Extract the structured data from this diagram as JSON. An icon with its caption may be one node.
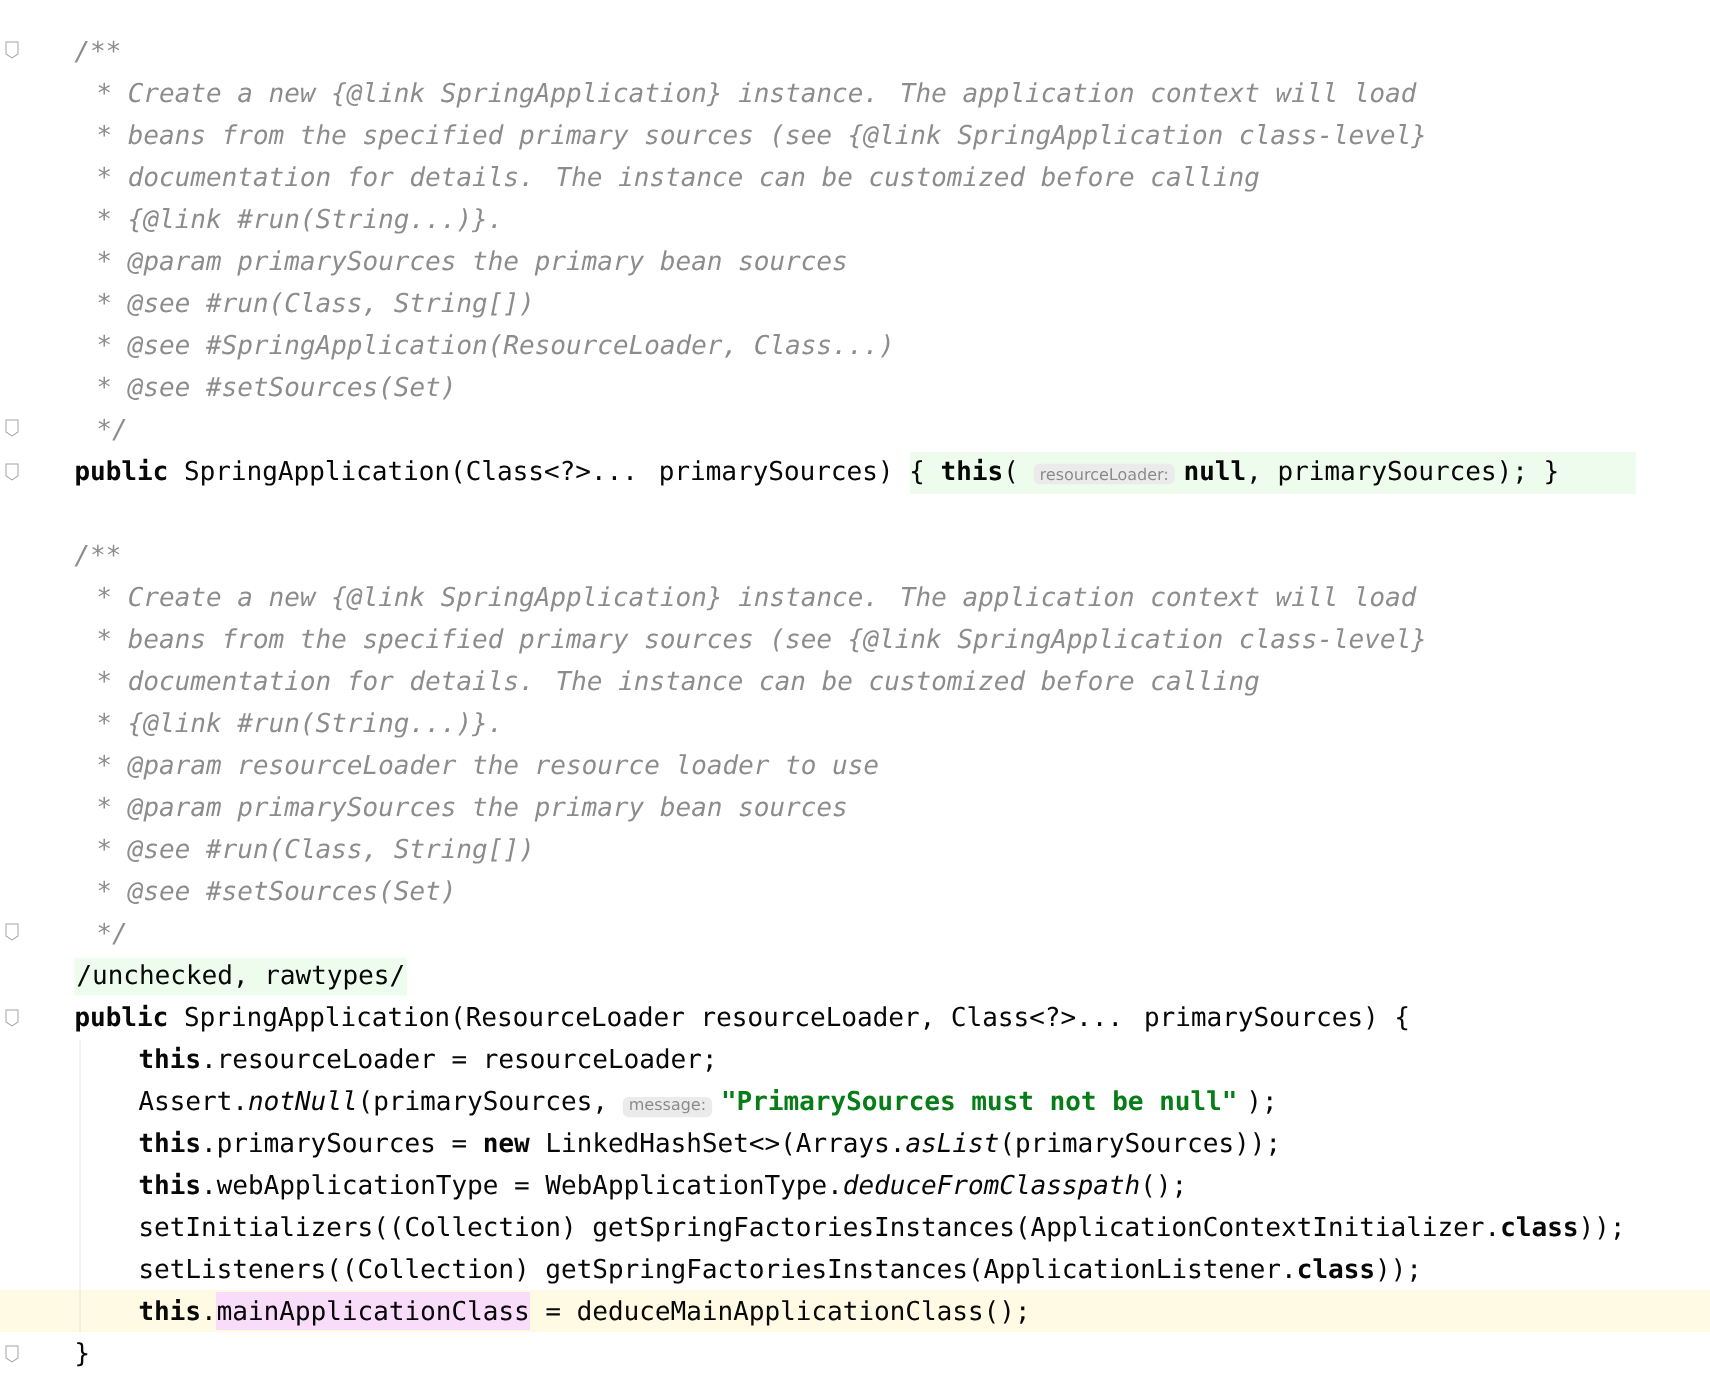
{
  "diagram": {
    "labels": [
      "/**",
      "* Create a new {@link SpringApplication} instance. The application context will load",
      "* beans from the specified primary sources (see {@link SpringApplication class-level}",
      "* documentation for details. The instance can be customized before calling",
      "* {@link #run(String...)}.",
      "* @param primarySources the primary bean sources",
      "* @see #run(Class, String[])",
      "* @see #SpringApplication(ResourceLoader, Class...)",
      "* @see #setSources(Set)",
      "*/",
      "**public** SpringApplication(Class<?>... primarySources) { **this**(",
      "resourceLoader:",
      "**null**, primarySources); }",
      "/**",
      "* Create a new {@link SpringApplication} instance. The application context will load",
      "* beans from the specified primary sources (see {@link SpringApplication class-level}",
      "* documentation for details. The instance can be customized before calling",
      "* {@link #run(String...)}.",
      "* @param resourceLoader the resource loader to use",
      "* @param primarySources the primary bean sources",
      "* @see #run(Class, String[])",
      "* @see #setSources(Set)",
      "*/",
      "/unchecked, rawtypes/",
      "**public** SpringApplication(ResourceLoader resourceLoader, Class<?>... primarySources) {",
      "**this**.resourceLoader = resourceLoader;",
      "Assert.*notNull*(primarySources,",
      "message:",
      "\"PrimarySources must not be null\"",
      ");",
      "**this**.primarySources = **new** LinkedHashSet<>(Arrays.*asList*(primarySources));",
      "**this**.webApplicationType = WebApplicationType.*deduceFromClasspath*();",
      "setInitializers((Collection) getSpringFactoriesInstances(ApplicationContextInitializer.**class**));",
      "setListeners((Collection) getSpringFactoriesInstances(ApplicationListener.**class**));",
      "**this**.mainApplicationClass = deduceMainApplicationClass();",
      "}"
    ]
  }
}
